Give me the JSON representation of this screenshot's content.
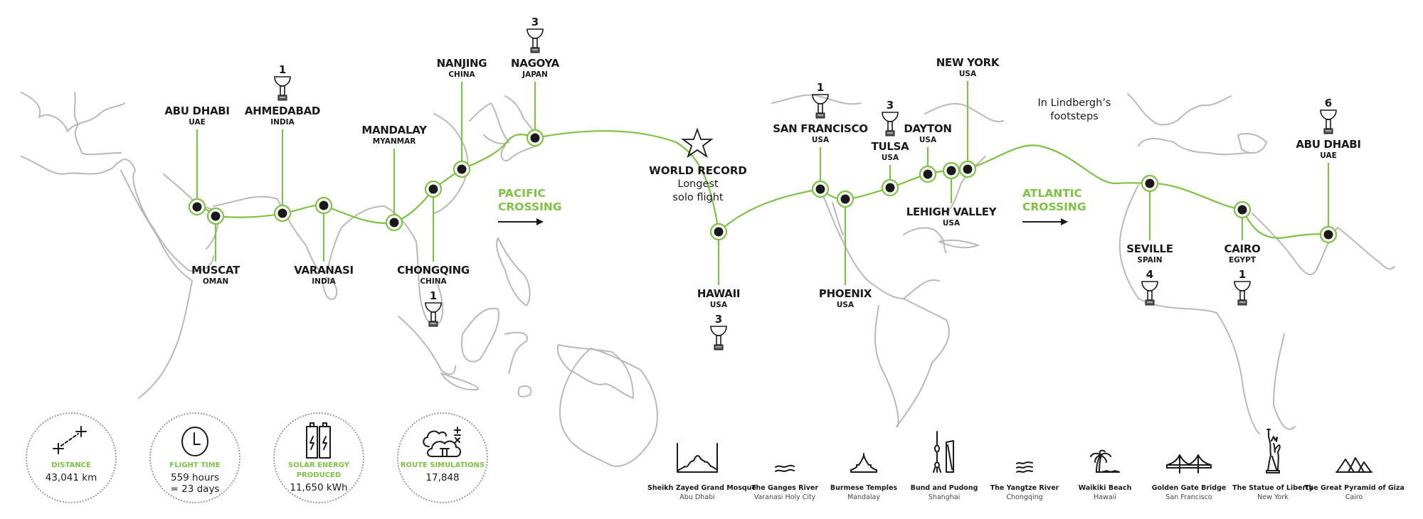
{
  "title": "Solar Impulse round-the-world route",
  "colors": {
    "accent": "#7dc242",
    "ink": "#1a1a1a",
    "land": "#b9b9b9"
  },
  "stops": [
    {
      "id": "abu-dhabi-start",
      "city": "ABU DHABI",
      "country": "UAE",
      "label_side": "above",
      "trophy": null
    },
    {
      "id": "muscat",
      "city": "MUSCAT",
      "country": "OMAN",
      "label_side": "below",
      "trophy": null
    },
    {
      "id": "ahmedabad",
      "city": "AHMEDABAD",
      "country": "INDIA",
      "label_side": "above",
      "trophy": "1"
    },
    {
      "id": "varanasi",
      "city": "VARANASI",
      "country": "INDIA",
      "label_side": "below",
      "trophy": null
    },
    {
      "id": "mandalay",
      "city": "MANDALAY",
      "country": "MYANMAR",
      "label_side": "above",
      "trophy": null
    },
    {
      "id": "chongqing",
      "city": "CHONGQING",
      "country": "CHINA",
      "label_side": "below",
      "trophy": "1"
    },
    {
      "id": "nanjing",
      "city": "NANJING",
      "country": "CHINA",
      "label_side": "above",
      "trophy": null
    },
    {
      "id": "nagoya",
      "city": "NAGOYA",
      "country": "JAPAN",
      "label_side": "above",
      "trophy": "3"
    },
    {
      "id": "hawaii",
      "city": "HAWAII",
      "country": "USA",
      "label_side": "below",
      "trophy": "3"
    },
    {
      "id": "san-francisco",
      "city": "SAN FRANCISCO",
      "country": "USA",
      "label_side": "above",
      "trophy": "1"
    },
    {
      "id": "phoenix",
      "city": "PHOENIX",
      "country": "USA",
      "label_side": "below",
      "trophy": null
    },
    {
      "id": "tulsa",
      "city": "TULSA",
      "country": "USA",
      "label_side": "above",
      "trophy": "3"
    },
    {
      "id": "dayton",
      "city": "DAYTON",
      "country": "USA",
      "label_side": "above",
      "trophy": null
    },
    {
      "id": "lehigh-valley",
      "city": "LEHIGH VALLEY",
      "country": "USA",
      "label_side": "below",
      "trophy": null
    },
    {
      "id": "new-york",
      "city": "NEW YORK",
      "country": "USA",
      "label_side": "above",
      "trophy": null
    },
    {
      "id": "seville",
      "city": "SEVILLE",
      "country": "SPAIN",
      "label_side": "below",
      "trophy": "4"
    },
    {
      "id": "cairo",
      "city": "CAIRO",
      "country": "EGYPT",
      "label_side": "below",
      "trophy": "1"
    },
    {
      "id": "abu-dhabi-end",
      "city": "ABU DHABI",
      "country": "UAE",
      "label_side": "above",
      "trophy": "6"
    }
  ],
  "annotations": {
    "pacific": {
      "line1": "PACIFIC",
      "line2": "CROSSING"
    },
    "atlantic": {
      "line1": "ATLANTIC",
      "line2": "CROSSING"
    },
    "world_record": {
      "title": "WORLD RECORD",
      "line1": "Longest",
      "line2": "solo flight",
      "icon": "star-icon"
    },
    "lindbergh": {
      "line1": "In Lindbergh’s",
      "line2": "footsteps"
    }
  },
  "stats": [
    {
      "icon": "distance-icon",
      "label": "DISTANCE",
      "value_lines": [
        "43,041 km"
      ]
    },
    {
      "icon": "clock-icon",
      "label": "FLIGHT TIME",
      "value_lines": [
        "559 hours",
        "= 23 days"
      ]
    },
    {
      "icon": "battery-icon",
      "label_lines": [
        "SOLAR ENERGY",
        "PRODUCED"
      ],
      "value_lines": [
        "11,650 kWh"
      ]
    },
    {
      "icon": "cloud-calculation-icon",
      "label": "ROUTE SIMULATIONS",
      "value_lines": [
        "17,848"
      ]
    }
  ],
  "landmarks": [
    {
      "icon": "mosque-icon",
      "name": "Sheikh Zayed Grand Mosque",
      "place": "Abu Dhabi"
    },
    {
      "icon": "river-icon",
      "name": "The Ganges River",
      "place": "Varanasi Holy City"
    },
    {
      "icon": "temple-icon",
      "name": "Burmese Temples",
      "place": "Mandalay"
    },
    {
      "icon": "towers-icon",
      "name": "Bund and Pudong",
      "place": "Shanghai"
    },
    {
      "icon": "river-icon",
      "name": "The Yangtze River",
      "place": "Chongqing"
    },
    {
      "icon": "palm-tree-icon",
      "name": "Waikiki Beach",
      "place": "Hawaii"
    },
    {
      "icon": "bridge-icon",
      "name": "Golden Gate Bridge",
      "place": "San Francisco"
    },
    {
      "icon": "statue-of-liberty-icon",
      "name": "The Statue of Liberty",
      "place": "New York"
    },
    {
      "icon": "pyramids-icon",
      "name": "The Great Pyramid of Giza",
      "place": "Cairo"
    }
  ]
}
